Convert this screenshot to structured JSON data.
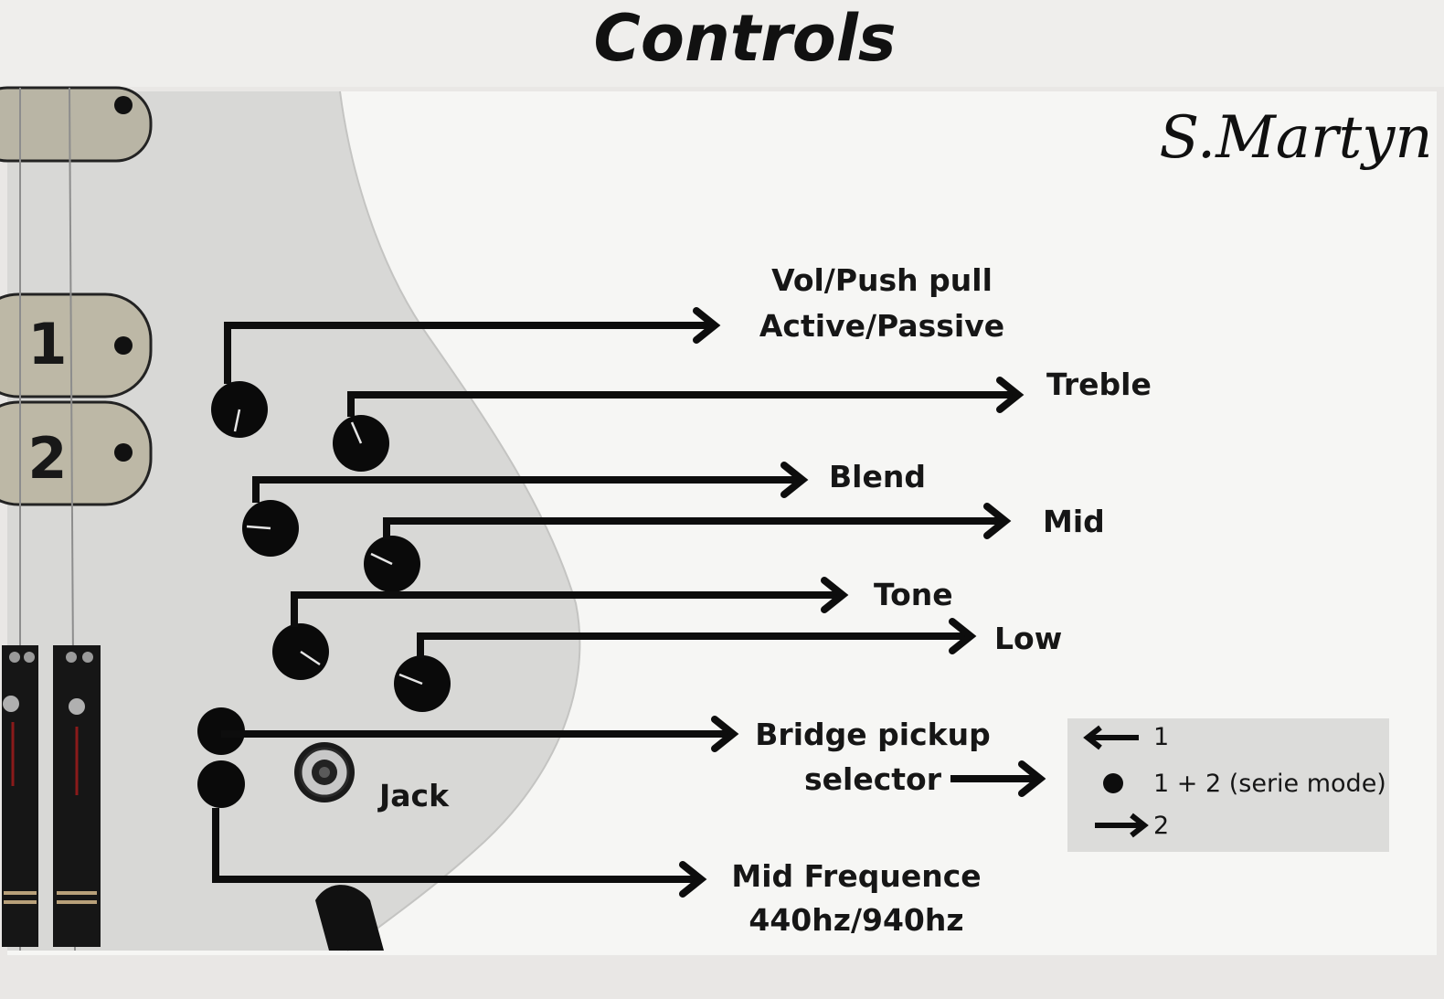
{
  "title": "Controls",
  "brand": "S.Martyn",
  "pickups": [
    {
      "label": "1"
    },
    {
      "label": "2"
    }
  ],
  "controls": {
    "volume": [
      "Vol/Push pull",
      "Active/Passive"
    ],
    "treble": "Treble",
    "blend": "Blend",
    "mid": "Mid",
    "tone": "Tone",
    "low": "Low",
    "bridge_selector": [
      "Bridge pickup",
      "selector"
    ],
    "jack": "Jack",
    "mid_frequency": [
      "Mid Frequence",
      "440hz/940hz"
    ]
  },
  "selector_legend": [
    {
      "symbol": "arrow-left-icon",
      "text": "1"
    },
    {
      "symbol": "dot-icon",
      "text": "1 + 2 (serie mode)"
    },
    {
      "symbol": "arrow-right-icon",
      "text": "2"
    }
  ],
  "colors": {
    "background": "#eceae8",
    "paper": "#f6f6f4",
    "body": "#d9d9d7",
    "knob": "#0a0a0a",
    "legend_box": "#dcdcda"
  }
}
